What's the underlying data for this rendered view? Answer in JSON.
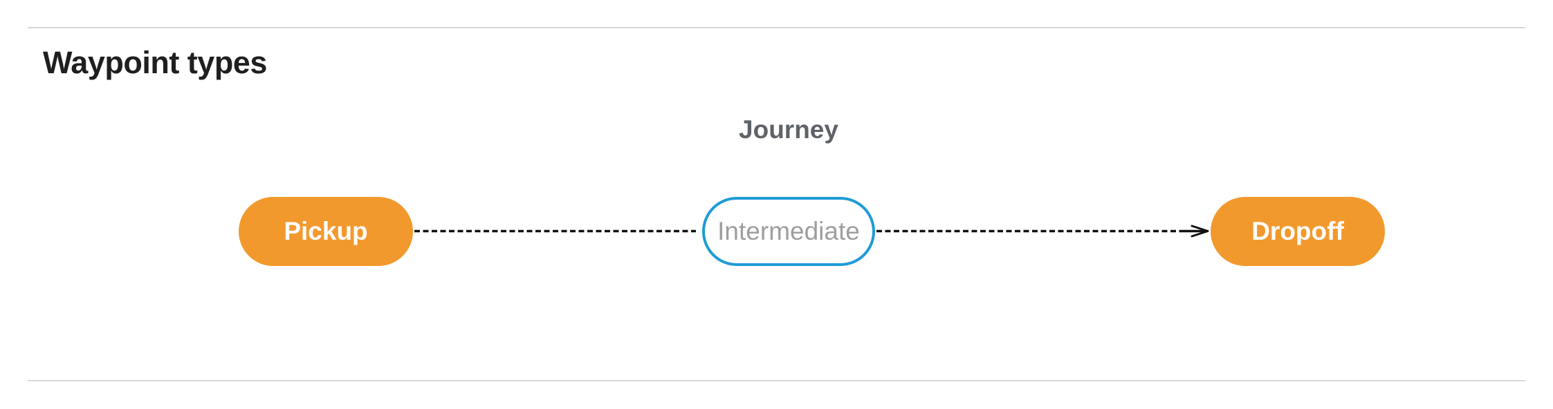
{
  "page": {
    "heading": "Waypoint types"
  },
  "diagram": {
    "title": "Journey",
    "nodes": [
      {
        "label": "Pickup",
        "kind": "terminal"
      },
      {
        "label": "Intermediate",
        "kind": "intermediate"
      },
      {
        "label": "Dropoff",
        "kind": "terminal"
      }
    ],
    "connections": [
      {
        "from": "Pickup",
        "to": "Intermediate",
        "style": "dashed",
        "arrow": false
      },
      {
        "from": "Intermediate",
        "to": "Dropoff",
        "style": "dashed",
        "arrow": true
      }
    ],
    "colors": {
      "heading": "#1f1f1f",
      "diagram_title": "#5f6368",
      "node_fill": "#f2992d",
      "node_text": "#ffffff",
      "intermediate_fill": "#ffffff",
      "intermediate_border": "#1e9bd7",
      "intermediate_text": "#9e9e9e",
      "connector": "#111111",
      "divider": "#d8d8d8"
    }
  }
}
